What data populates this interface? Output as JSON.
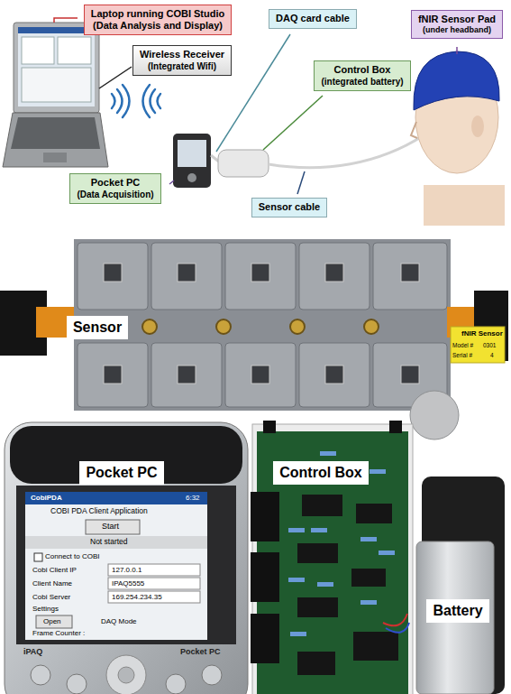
{
  "diagram": {
    "nodes": [
      {
        "text": [
          "Laptop running COBI Studio",
          "(Data Analysis and Display)"
        ]
      },
      {
        "text": [
          "DAQ card cable"
        ]
      },
      {
        "text": [
          "fNIR Sensor Pad",
          "(under headband)"
        ]
      },
      {
        "text": [
          "Wireless Receiver",
          "(Integrated Wifi)"
        ]
      },
      {
        "text": [
          "Control Box",
          "(integrated battery)"
        ]
      },
      {
        "text": [
          "Pocket PC",
          "(Data Acquisition)"
        ]
      },
      {
        "text": [
          "Sensor cable"
        ]
      },
      {
        "text": [
          "Sensor"
        ]
      },
      {
        "text": [
          "Pocket PC"
        ]
      },
      {
        "text": [
          "Control Box"
        ]
      },
      {
        "text": [
          "Battery"
        ]
      }
    ],
    "labels": [
      "fNIR Sensor",
      "Model #",
      "0301",
      "Serial #",
      "4",
      "CobiPDA",
      "6:32",
      "COBI PDA Client Application",
      "Start",
      "Not started",
      "Connect to COBI",
      "Cobi Client IP",
      "127.0.0.1",
      "Client Name",
      "IPAQ5555",
      "Cobi Server",
      "169.254.234.35",
      "Settings",
      "Open",
      "DAQ Mode",
      "Frame Counter :",
      "iPAQ",
      "Pocket PC"
    ]
  }
}
